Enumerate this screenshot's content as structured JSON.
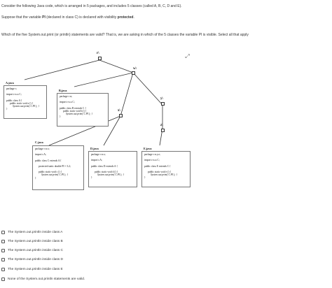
{
  "question": {
    "line1": "Consider the following Java code, which is arranged in 5 packages, and includes 5 classes (called A, B, C, D and E).",
    "line2_prefix": "Suppose that the variable ",
    "line2_var": "PI",
    "line2_mid": " (declared in class C) is declared with visibility ",
    "line2_vis": "protected",
    "line2_suffix": ".",
    "line3": "Which of the five System.out.print (or println) statements are valid?  That is, we are asking in which of the 5 classes the variable PI is visible.  Select all that apply"
  },
  "packages": {
    "root": "r\\",
    "w": "w\\",
    "y": "y\\",
    "x": "x\\",
    "z": "z\\"
  },
  "files": {
    "A": {
      "title": "A.java",
      "lines": [
        "package r;",
        "import r.w.x.C;",
        "public class A {",
        "public static void a () {",
        "System.out.print( C.PI ); }",
        "}"
      ]
    },
    "B": {
      "title": "B.java",
      "lines": [
        "package r.w;",
        "import r.w.x.C;",
        "public class B extends C {",
        "public static void b () {",
        "System.out.print( C.PI ); }",
        "}"
      ]
    },
    "C": {
      "title": "C.java",
      "lines": [
        "package r.w.x;",
        "import r.A;",
        "public class C extends A {",
        "protected static double PI = 3.2;",
        "public static void c () {",
        "System.out.print( C.PI ); }",
        "}"
      ]
    },
    "D": {
      "title": "D.java",
      "lines": [
        "package r.w.x;",
        "import r.A;",
        "public class D extends A {",
        "public static void d () {",
        "System.out.print( C.PI ); }",
        "}"
      ]
    },
    "E": {
      "title": "E.java",
      "lines": [
        "package r.w.y.z;",
        "import r.w.x.C;",
        "public class E extends C {",
        "public static void e () {",
        "System.out.print( C.PI ); }",
        "}"
      ]
    }
  },
  "options": [
    "The System.out.println inside class A",
    "The System.out.println inside class B",
    "The System.out.println inside class C",
    "The System.out.println inside class D",
    "The System.out.println inside class E",
    "None of the System.out.println statements are valid."
  ],
  "icons": {
    "fullscreen": "expand-icon"
  },
  "colors": {
    "text": "#333333",
    "border": "#777777"
  }
}
